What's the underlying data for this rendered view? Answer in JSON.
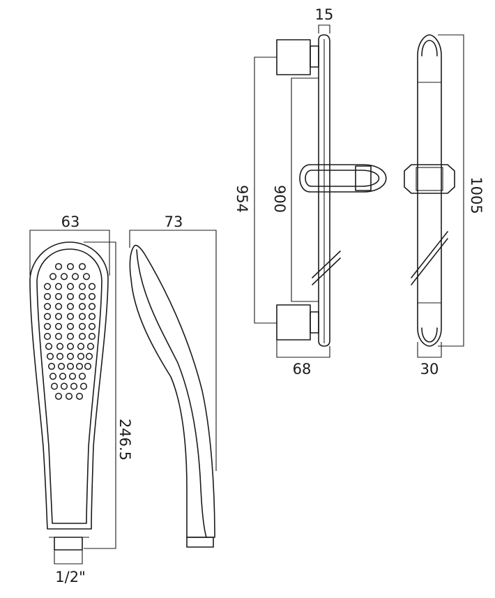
{
  "dimensions": {
    "handset_width": "63",
    "handset_depth": "73",
    "handset_length": "246.5",
    "thread_size": "1/2\"",
    "bracket_depth": "15",
    "bracket_spacing_outer": "954",
    "bracket_spacing_inner": "900",
    "rail_projection": "68",
    "rail_height": "1005",
    "rail_width": "30"
  },
  "colors": {
    "line": "#1a1a1a",
    "background": "#ffffff"
  }
}
